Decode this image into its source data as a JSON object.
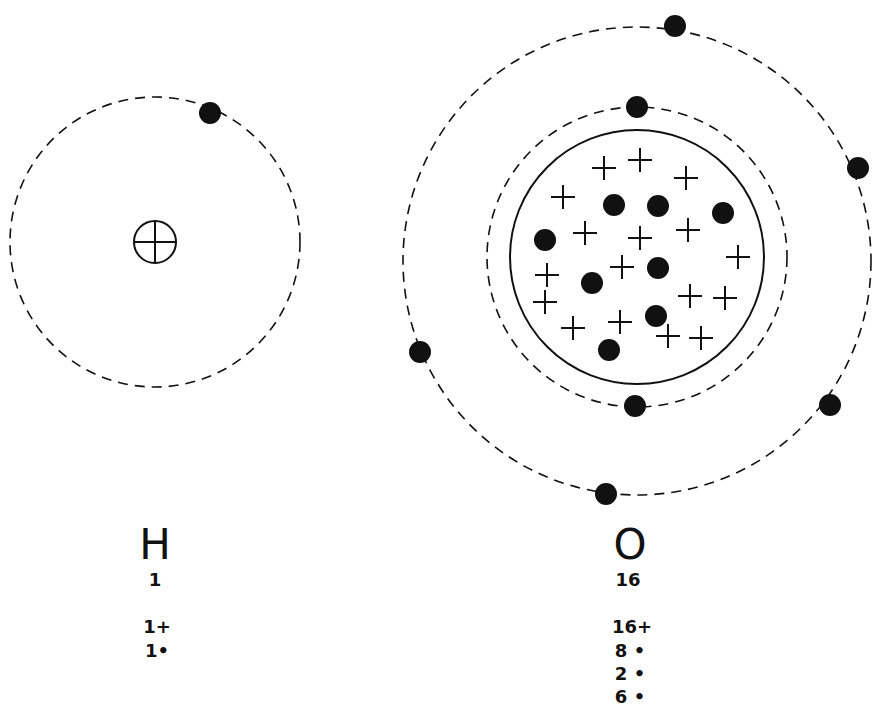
{
  "diagram": {
    "labels": [
      "H",
      "1",
      "1+",
      "1•",
      "O",
      "16",
      "16+",
      "8 •",
      "2 •",
      "6 •"
    ]
  }
}
